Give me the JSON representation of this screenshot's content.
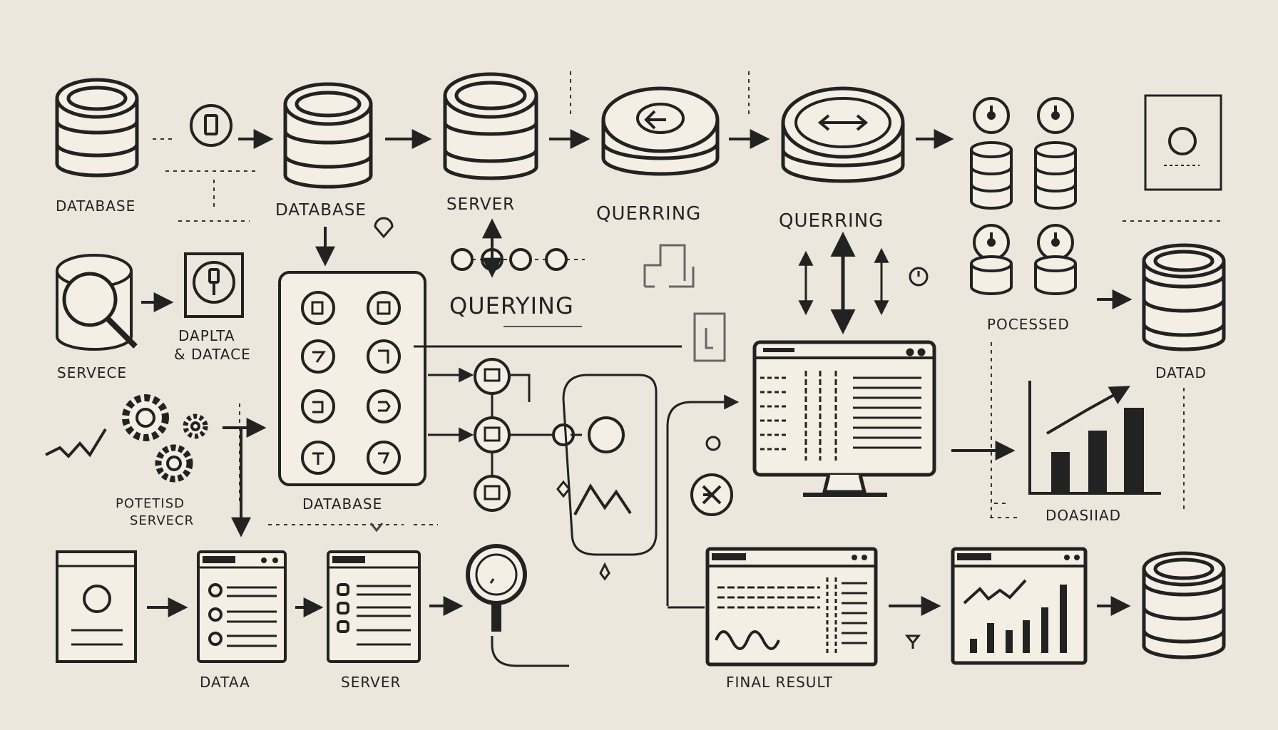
{
  "labels": {
    "database_1": "DATABASE",
    "database_2": "DATABASE",
    "server_1": "SERVER",
    "querring_1": "QUERRING",
    "querring_2": "QUERRING",
    "querying": "QUERYING",
    "servece": "SERVECE",
    "data_line1": "DAPLTA",
    "data_line2": "& DATACE",
    "database_3": "DATABASE",
    "potetisd_line1": "POTETISD",
    "potetisd_line2": "SERVECR",
    "pocessed": "POCESSED",
    "datad": "DATAD",
    "doasiiad": "DOASIIAD",
    "data_bottom": "DATAA",
    "server_bottom": "SERVER",
    "final_result": "FINAL RESULT"
  },
  "colors": {
    "background": "#ebe7dc",
    "ink": "#222222",
    "fill_light": "#f3efe4",
    "fill_dark": "#222222"
  }
}
